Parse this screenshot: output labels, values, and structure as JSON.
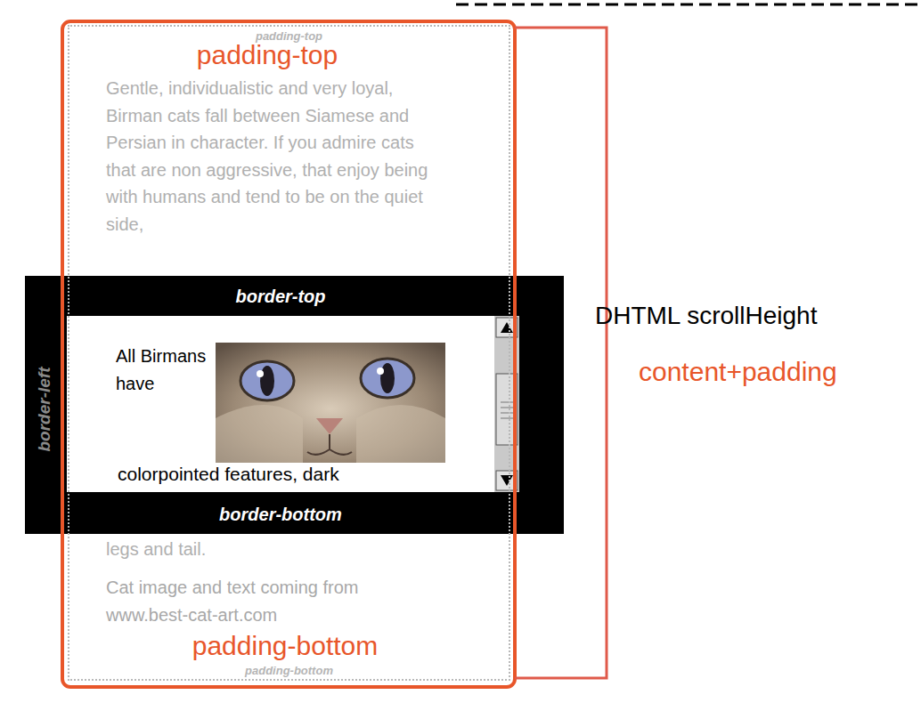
{
  "diagram": {
    "nodes": [
      {
        "text": [
          "padding-top",
          "Gentle, individualistic and very loyal, Birman cats fall between Siamese and Persian in character. If you admire cats that are non aggressive, that enjoy being with humans and tend to be on the quiet side,",
          "legs and tail.",
          "Cat image and text coming from www.best-cat-art.com",
          "padding-bottom"
        ]
      },
      {
        "text": [
          "border-top",
          "border-left",
          "border-bottom"
        ]
      },
      {
        "text": [
          "All Birmans have",
          "colorpointed features, dark"
        ],
        "in": 1
      }
    ],
    "labels": [
      "padding-top",
      "padding-bottom",
      "DHTML scrollHeight",
      "content+padding"
    ]
  }
}
